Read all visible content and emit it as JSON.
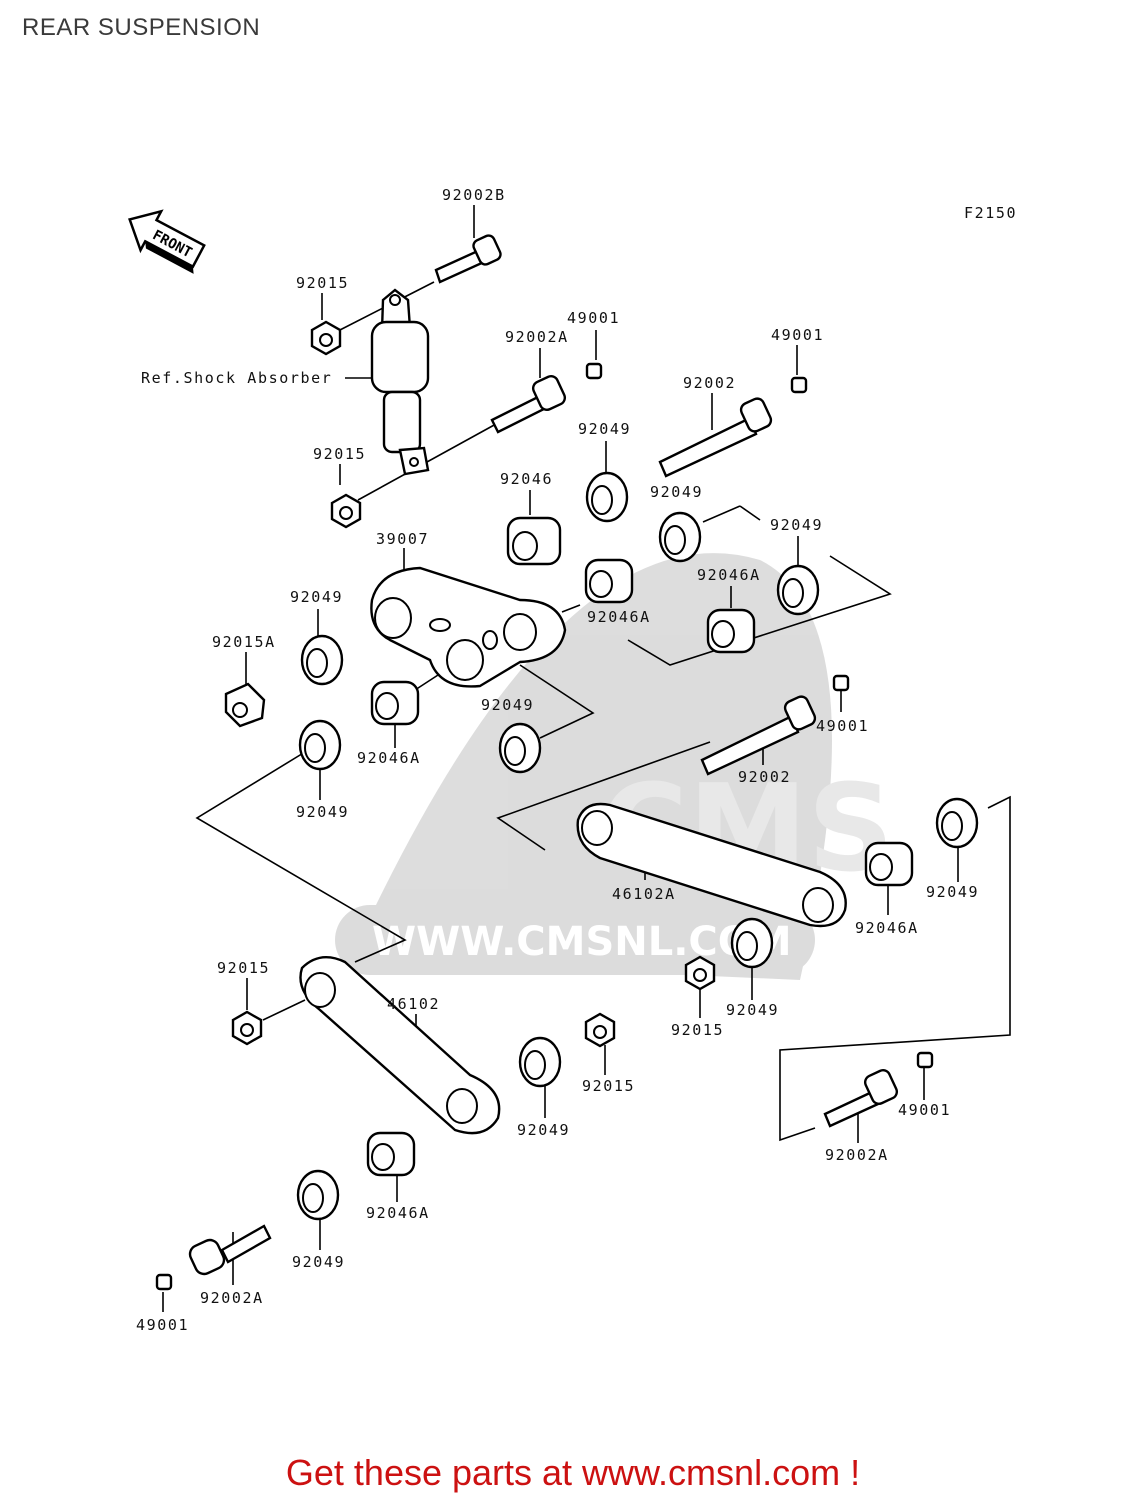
{
  "header": {
    "title": "REAR SUSPENSION"
  },
  "diagram": {
    "figure_code": "F2150",
    "orientation_badge": "FRONT",
    "watermark_url": "WWW.CMSNL.COM",
    "watermark_brand": "CMS",
    "callouts": [
      "92002B",
      "92015",
      "49001",
      "92002A",
      "49001",
      "92002",
      "Ref.Shock Absorber",
      "92049",
      "92015",
      "92046",
      "92049",
      "92049",
      "39007",
      "92046A",
      "92046A",
      "92049",
      "92015A",
      "49001",
      "92049",
      "92046A",
      "92002",
      "92049",
      "92049",
      "46102A",
      "92049",
      "92046A",
      "92015",
      "46102",
      "92049",
      "92015",
      "92015",
      "49001",
      "92049",
      "92046A",
      "92002A",
      "92049",
      "92002A",
      "49001"
    ]
  },
  "footer": {
    "cta": "Get these parts at www.cmsnl.com !"
  },
  "colors": {
    "title": "#3a3a3a",
    "footer": "#cc1111",
    "watermark": "#d9d9d9",
    "ink": "#000000"
  }
}
